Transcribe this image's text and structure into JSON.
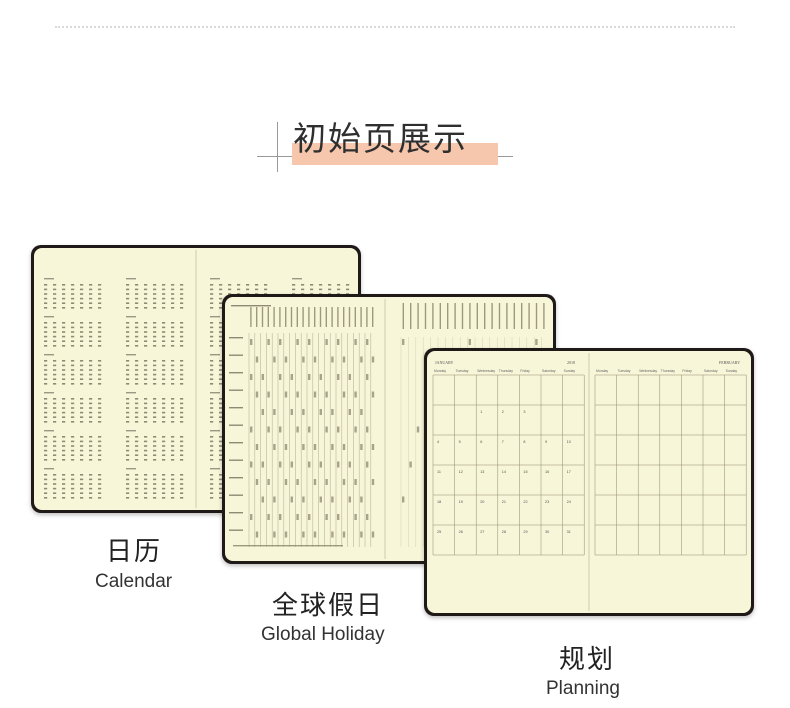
{
  "section": {
    "title": "初始页展示"
  },
  "items": [
    {
      "title_cn": "日历",
      "title_en": "Calendar"
    },
    {
      "title_cn": "全球假日",
      "title_en": "Global Holiday"
    },
    {
      "title_cn": "规划",
      "title_en": "Planning"
    }
  ],
  "planner": {
    "left_month": "JANUARY",
    "year": "2018",
    "right_month": "FEBRUARY",
    "weekdays": [
      "Monday",
      "Tuesday",
      "Wednesday",
      "Thursday",
      "Friday",
      "Saturday",
      "Sunday"
    ],
    "left_dates": [
      [
        "",
        "",
        "1",
        "2",
        "3",
        "",
        ""
      ],
      [
        "4",
        "5",
        "6",
        "7",
        "8",
        "9",
        "10"
      ],
      [
        "11",
        "12",
        "13",
        "14",
        "15",
        "16",
        "17"
      ],
      [
        "18",
        "19",
        "20",
        "21",
        "22",
        "23",
        "24"
      ],
      [
        "25",
        "26",
        "27",
        "28",
        "29",
        "30",
        "31"
      ]
    ]
  },
  "colors": {
    "accent_highlight": "#f6c6ad",
    "paper": "#f8f6d8",
    "cover": "#1f1a17"
  }
}
